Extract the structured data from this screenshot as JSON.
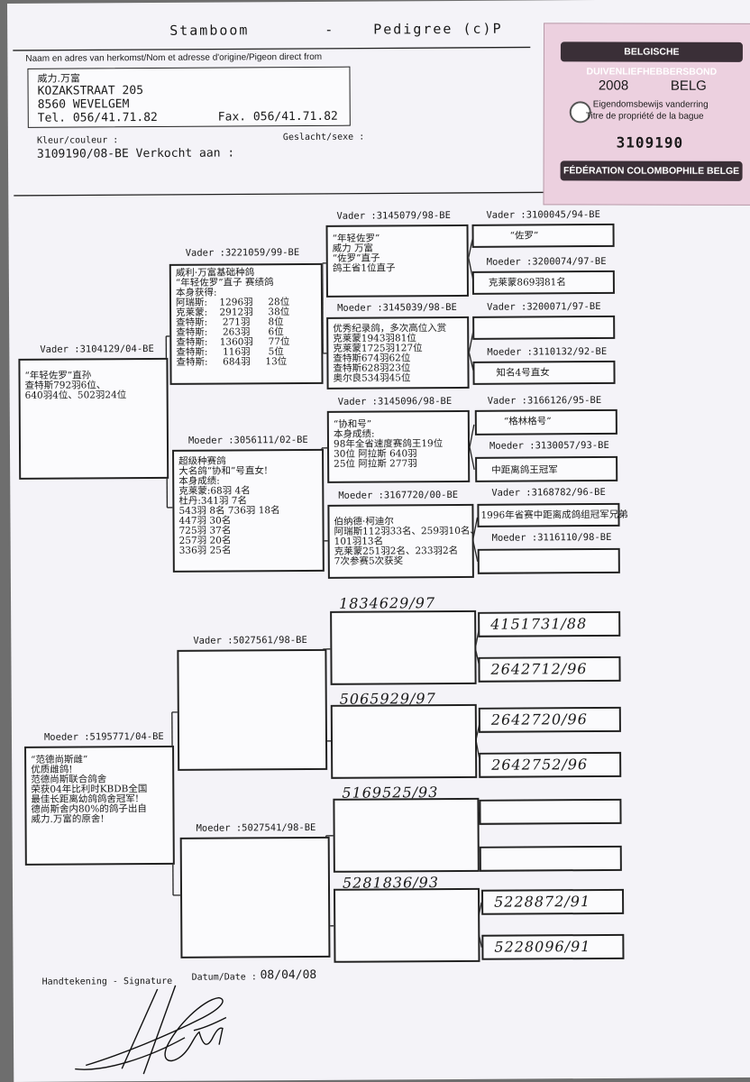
{
  "header": {
    "title_left": "Stamboom",
    "title_dash": "-",
    "title_right": "Pedigree (c)P",
    "origin_label": "Naam en adres van herkomst/Nom et adresse d'origine/Pigeon direct from"
  },
  "owner": {
    "name": "威力.万富",
    "street": "KOZAKSTRAAT 205",
    "city": "8560 WEVELGEM",
    "tel": "Tel. 056/41.71.82",
    "fax": "Fax. 056/41.71.82"
  },
  "bird": {
    "color_label": "Kleur/couleur :",
    "sex_label": "Geslacht/sexe :",
    "ring_line": "3109190/08-BE Verkocht aan :"
  },
  "stamp": {
    "top_banner": "BELGISCHE DUIVENLIEFHEBBERSBOND",
    "year": "2008",
    "country": "BELG",
    "line1": "Eigendomsbewijs vanderring",
    "line2": "Titre de propriété de la bague",
    "number": "3109190",
    "bottom_banner": "FÉDÉRATION COLOMBOPHILE BELGE"
  },
  "sire": {
    "label": "Vader :3104129/04-BE",
    "text": "“年轻佐罗”直孙\n查特斯792羽6位、\n640羽4位、502羽24位"
  },
  "dam": {
    "label": "Moeder :5195771/04-BE",
    "text": "“范德尚斯雌”\n优质雌鸽!\n范德尚斯联合鸽舍\n荣获04年比利时KBDB全国\n最佳长距离幼鸽鸽舍冠军!\n德尚斯舍内80%的鸽子出自\n威力.万富的原舍!"
  },
  "gen2": {
    "ss_label": "Vader :3221059/99-BE",
    "ss_text": "威利·万富基础种鸽\n“年轻佐罗”直子 赛绩鸽\n本身获得:\n阿瑞斯:    1296羽     28位\n克莱蒙:    2912羽     38位\n查特斯:     271羽      8位\n查特斯:     263羽      6位\n查特斯:    1360羽     77位\n查特斯:     116羽      5位\n查特斯:     684羽     13位",
    "sd_label": "Moeder :3056111/02-BE",
    "sd_text": "超级种赛鸽\n大名鸽“协和”号直女!\n本身成绩:\n克莱蒙:68羽 4名\n杜丹:341羽 7名\n543羽 8名 736羽 18名\n447羽 30名\n725羽 37名\n257羽 20名\n336羽 25名",
    "ds_label": "Vader :5027561/98-BE",
    "dd_label": "Moeder :5027541/98-BE"
  },
  "gen3": {
    "a_label": "Vader :3145079/98-BE",
    "a_text": "“年轻佐罗”\n威力 万富\n“佐罗”直子\n鸽王省1位直子",
    "b_label": "Moeder :3145039/98-BE",
    "b_text": "优秀纪录鸽，多次高位入赏\n克莱蒙1943羽81位\n克莱蒙1725羽127位\n查特斯674羽62位\n查特斯628羽23位\n奥尔良534羽45位",
    "c_label": "Vader :3145096/98-BE",
    "c_text": "“协和号”\n本身成绩:\n98年全省速度赛鸽王19位\n30位 阿拉斯 640羽\n25位 阿拉斯 277羽",
    "d_label": "Moeder :3167720/00-BE",
    "d_text": "伯纳德·柯迪尔\n阿瑞斯112羽33名、259羽10名、\n101羽13名\n克莱蒙251羽2名、233羽2名\n7次参赛5次获奖",
    "e_hand": "1834629/97",
    "f_hand": "5065929/97",
    "g_hand": "5169525/93",
    "h_hand": "5281836/93"
  },
  "gen4": {
    "a1_label": "Vader :3100045/94-BE",
    "a1_text": "“佐罗”",
    "a2_label": "Moeder :3200074/97-BE",
    "a2_text": "克莱蒙869羽81名",
    "b1_label": "Vader :3200071/97-BE",
    "b1_text": "",
    "b2_label": "Moeder :3110132/92-BE",
    "b2_text": "知名4号直女",
    "c1_label": "Vader :3166126/95-BE",
    "c1_text": "“格林格号”",
    "c2_label": "Moeder :3130057/93-BE",
    "c2_text": "中距离鸽王冠军",
    "d1_label": "Vader :3168782/96-BE",
    "d1_text": "1996年省赛中距离成鸽组冠军兄弟",
    "d2_label": "Moeder :3116110/98-BE",
    "d2_text": "",
    "e1_hand": "4151731/88",
    "e2_hand": "2642712/96",
    "f1_hand": "2642720/96",
    "f2_hand": "2642752/96",
    "g1_hand": "",
    "g2_hand": "",
    "h1_hand": "5228872/91",
    "h2_hand": "5228096/91"
  },
  "footer": {
    "signature_label": "Handtekening - Signature",
    "date_label": "Datum/Date :",
    "date_value": "08/04/08"
  }
}
